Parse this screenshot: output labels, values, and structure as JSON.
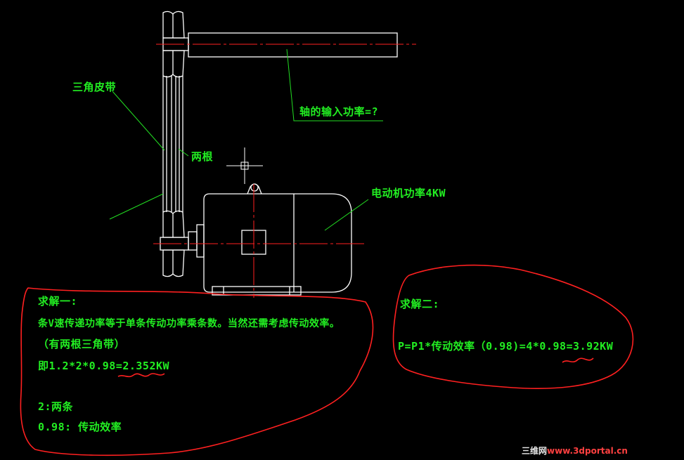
{
  "colors": {
    "background": "#000000",
    "linework": "#ffffff",
    "centerline": "#ff2020",
    "leader": "#22dd22",
    "text": "#22ee22",
    "annotation": "#ff2020"
  },
  "labels": {
    "belt": "三角皮带",
    "two_belts": "两根",
    "shaft_power": "轴的输入功率=?",
    "motor_power": "电动机功率4KW"
  },
  "solution1": {
    "title": "求解一:",
    "line1": "条V速传递功率等于单条传动功率乘条数。当然还需考虑传动效率。",
    "line2": "（有两根三角带）",
    "line3": "即1.2*2*0.98=2.352KW",
    "line4": "2:两条",
    "line5": "0.98: 传动效率"
  },
  "solution2": {
    "title": "求解二:",
    "line1": "P=P1*传动效率（0.98)=4*0.98=3.92KW"
  },
  "watermark": {
    "part1": "三维网",
    "part2": "www.3dportal.cn"
  }
}
